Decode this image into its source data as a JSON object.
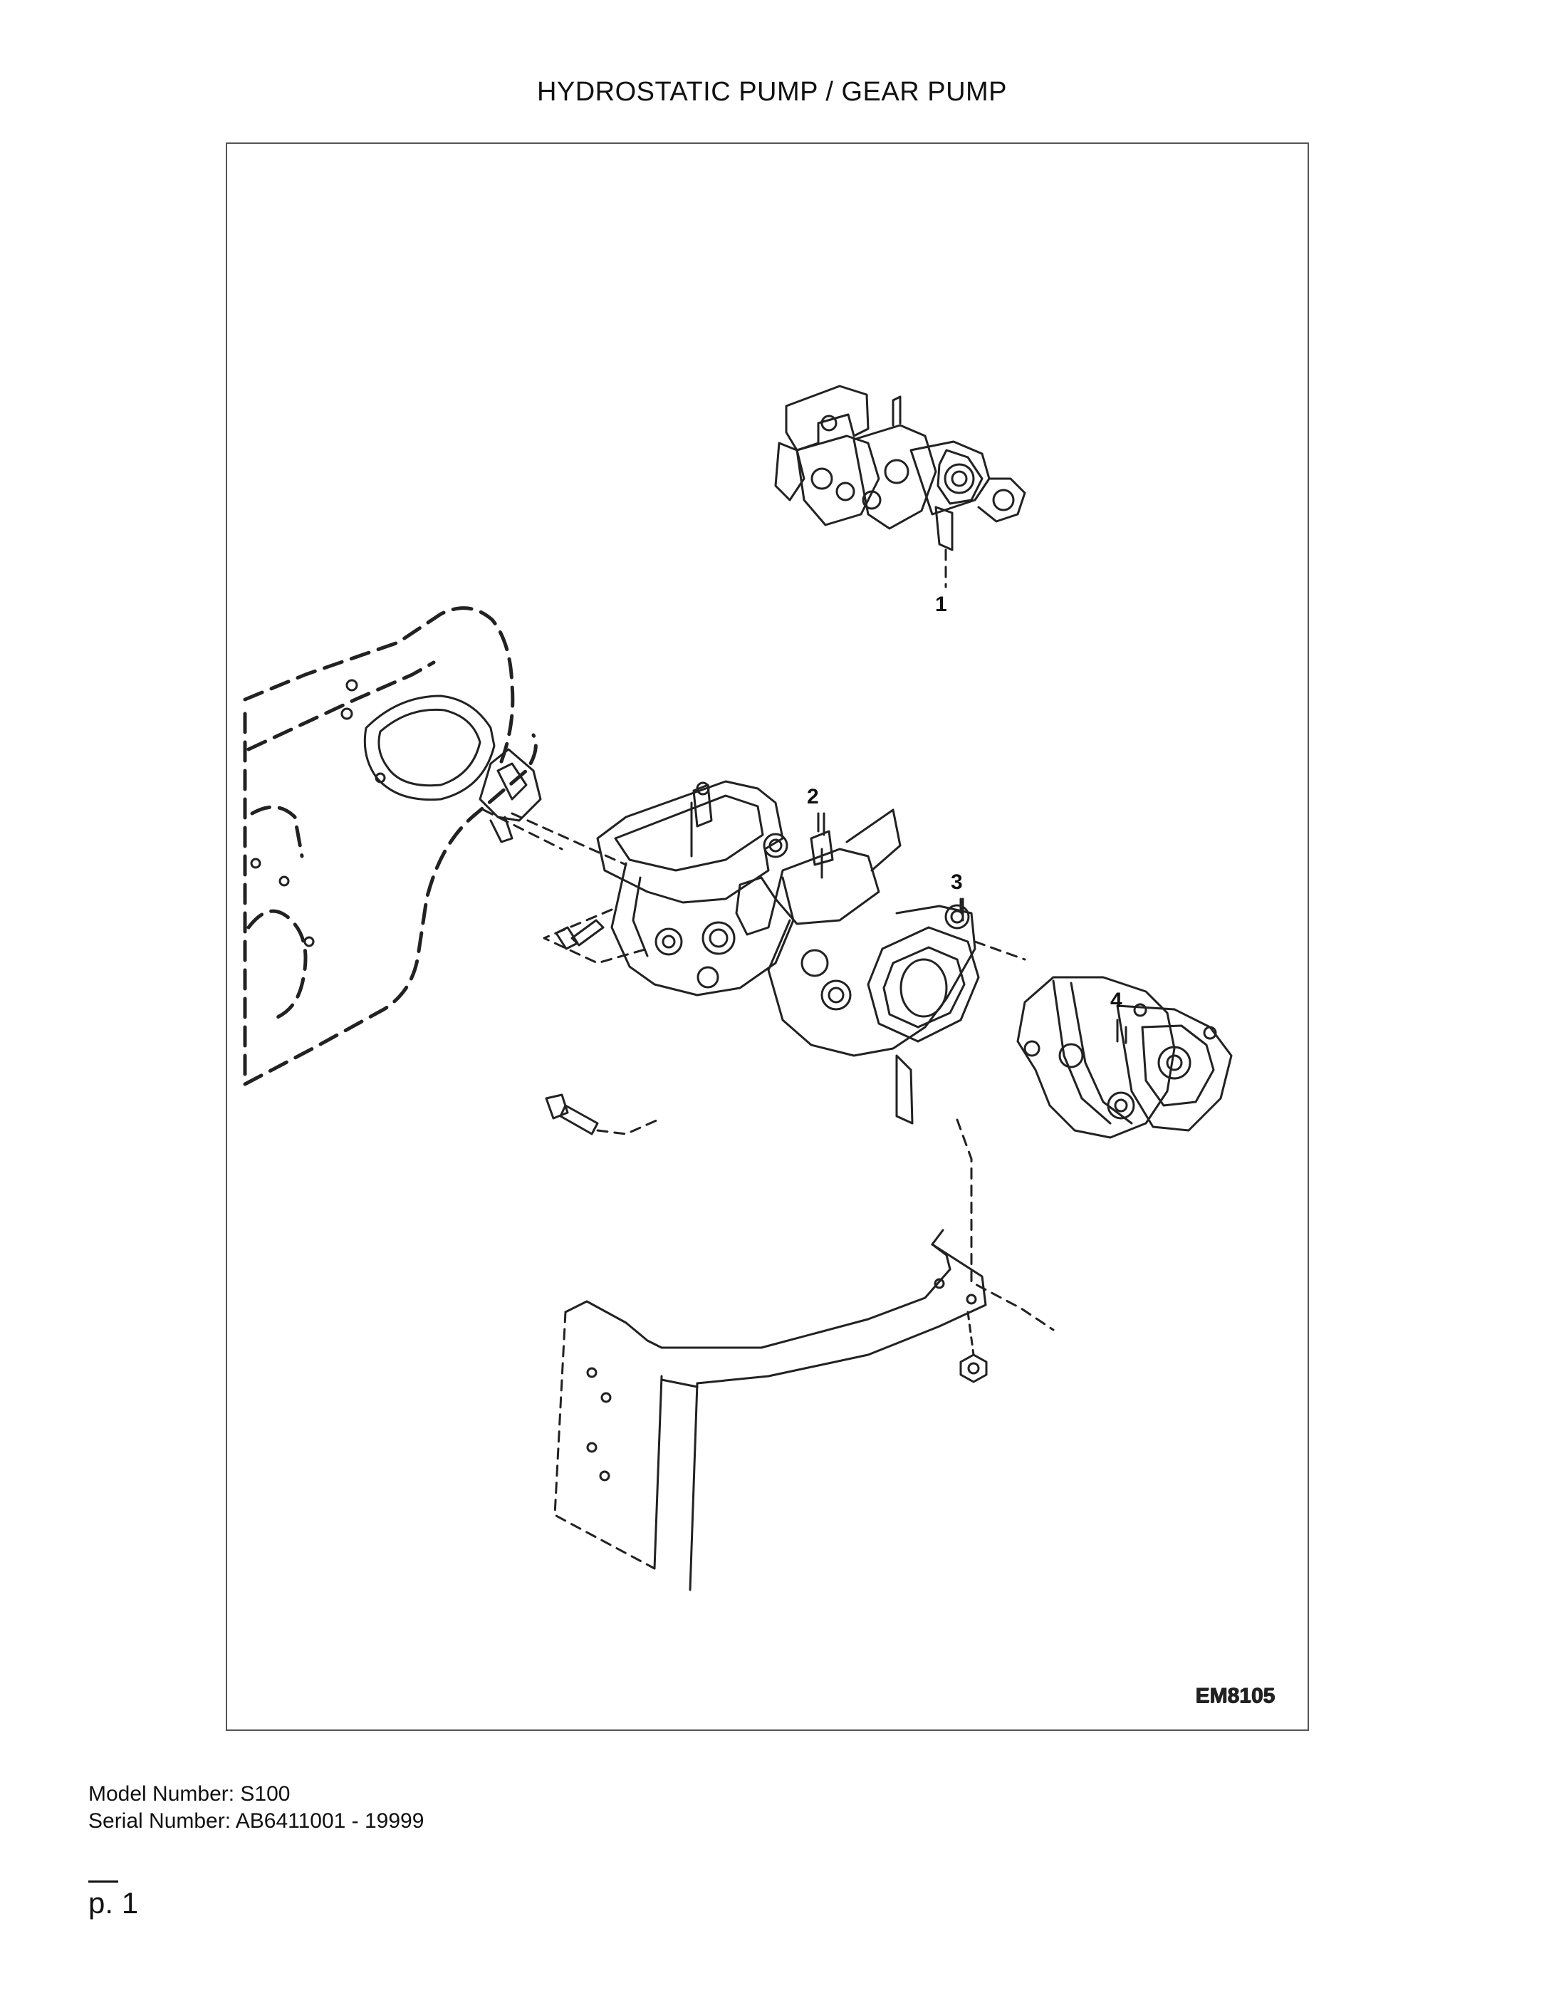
{
  "document": {
    "title": "HYDROSTATIC PUMP / GEAR PUMP",
    "figure_code": "EM8105",
    "callouts": [
      "1",
      "2",
      "3",
      "4"
    ],
    "model_number": "Model Number: S100",
    "serial_number": "Serial Number: AB6411001 - 19999",
    "page": "p. 1"
  }
}
